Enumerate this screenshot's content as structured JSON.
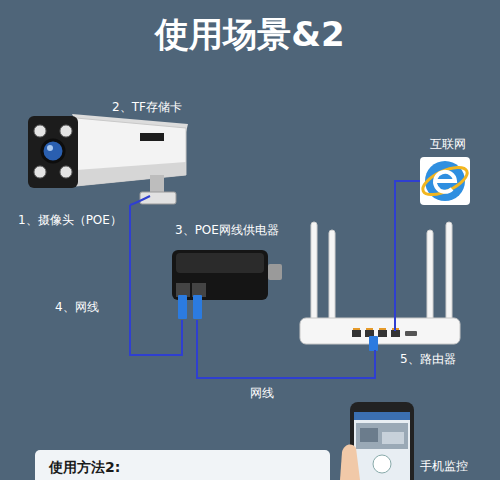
{
  "diagram": {
    "title": "使用场景&2",
    "nodes": [
      {
        "text": [
          "1、摄像头（POE）"
        ]
      },
      {
        "text": [
          "3、POE网线供电器"
        ]
      },
      {
        "text": [
          "5、路由器"
        ]
      },
      {
        "text": [
          "互联网"
        ]
      },
      {
        "text": [
          "手机监控"
        ]
      },
      {
        "text": [
          "使用方法2:"
        ]
      }
    ],
    "edges": [
      {
        "from": 0,
        "to": 1,
        "arrow": "none",
        "label": "4、网线"
      },
      {
        "from": 1,
        "to": 2,
        "arrow": "none",
        "label": "网线"
      },
      {
        "from": 2,
        "to": 3,
        "arrow": "none"
      }
    ],
    "labels": [
      "2、TF存储卡"
    ]
  }
}
